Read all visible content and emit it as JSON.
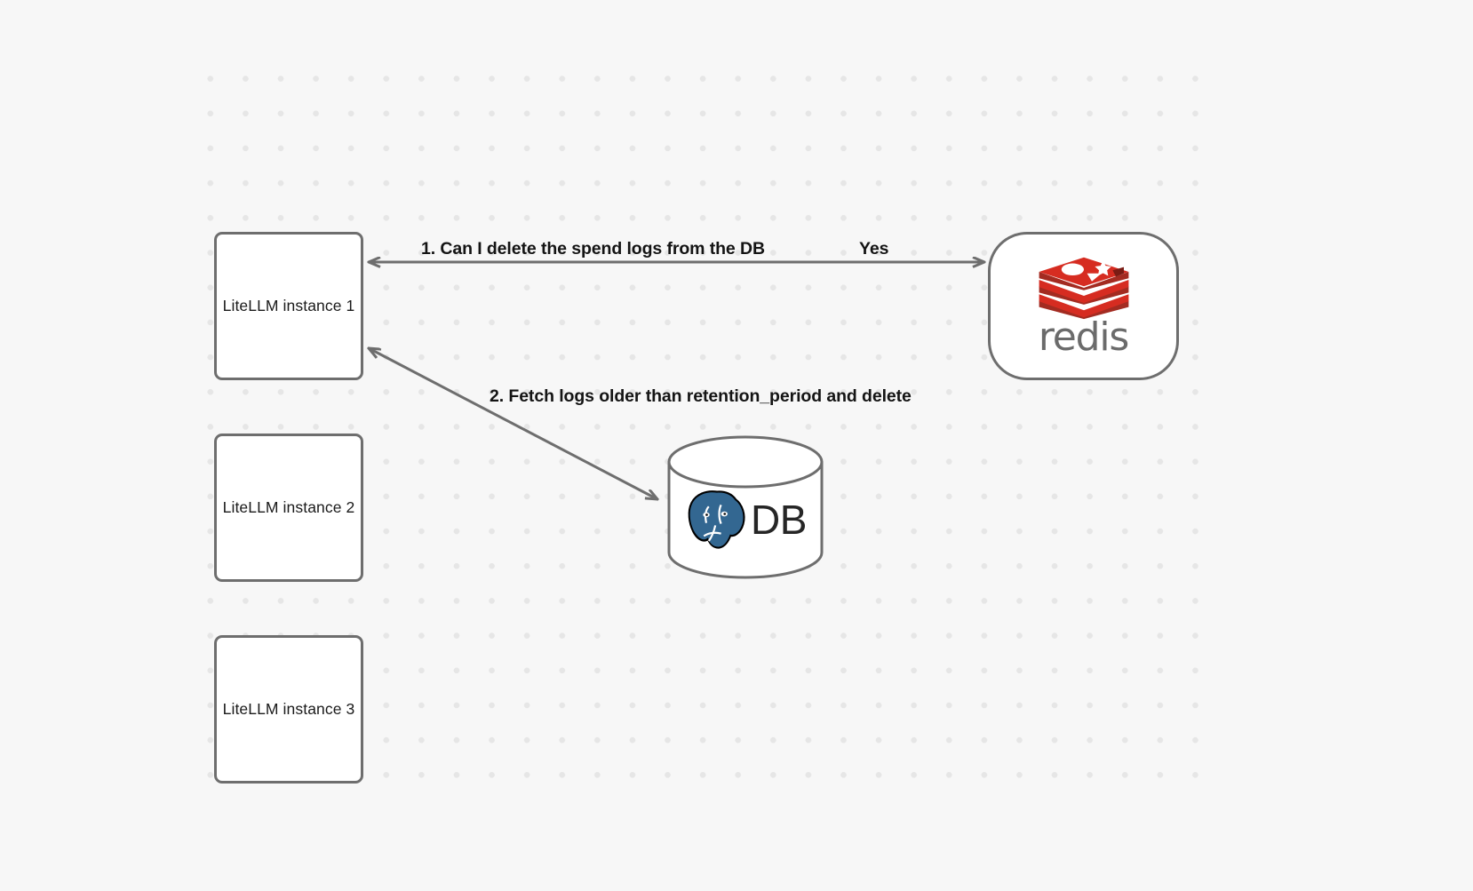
{
  "canvas": {
    "background_color": "#f7f7f7",
    "grid_dot_color": "#e6e6e6",
    "edge_color": "#6e6e6e",
    "node_border_color": "#6e6e6e",
    "node_fill_color": "#ffffff",
    "redis_red": "#d62c21",
    "postgres_blue": "#336791"
  },
  "nodes": {
    "litellm_1": {
      "label": "LiteLLM instance 1"
    },
    "litellm_2": {
      "label": "LiteLLM instance 2"
    },
    "litellm_3": {
      "label": "LiteLLM instance 3"
    },
    "redis": {
      "label": "redis",
      "icon": "redis-logo-icon"
    },
    "db": {
      "label": "DB",
      "icon": "postgresql-elephant-icon"
    }
  },
  "edges": [
    {
      "id": "edge-1",
      "label": "1.  Can I delete the spend logs from the DB",
      "from": "redis",
      "to": "litellm_1",
      "direction": "bidirectional"
    },
    {
      "id": "edge-yes",
      "label": "Yes",
      "from": "redis",
      "to": "litellm_1",
      "direction": "to-litellm"
    },
    {
      "id": "edge-2",
      "label": "2.  Fetch logs older than retention_period and delete",
      "from": "litellm_1",
      "to": "db",
      "direction": "bidirectional"
    }
  ]
}
